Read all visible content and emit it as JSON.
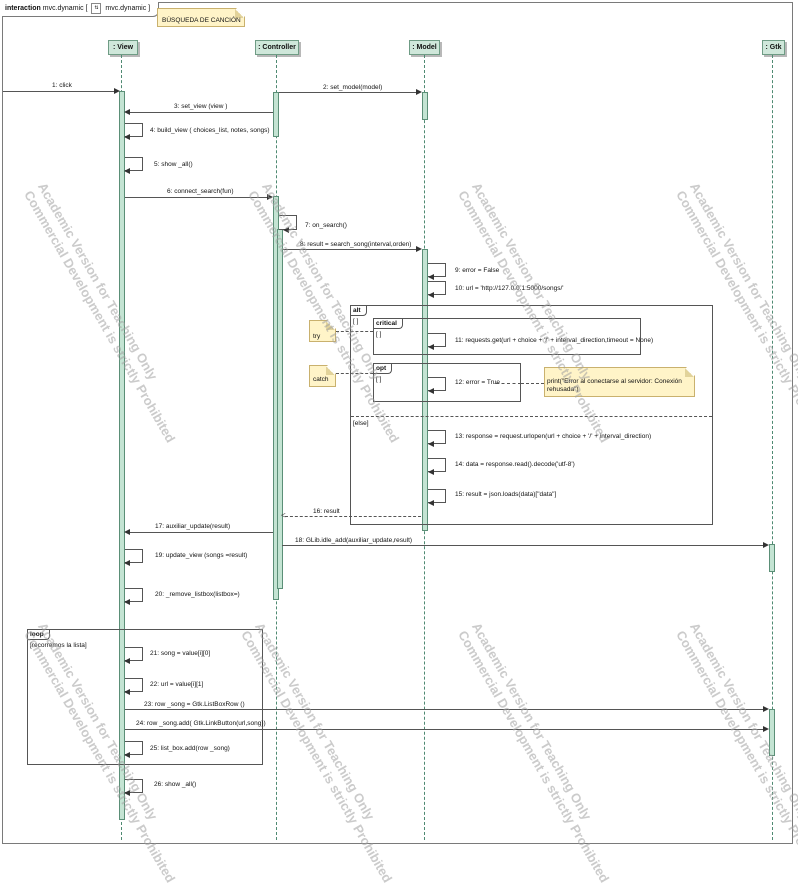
{
  "frame": {
    "kind": "interaction",
    "name": "mvc.dynamic",
    "icon": "sequence-diagram-icon",
    "diagram_name": "mvc.dynamic"
  },
  "title_note": "BÚSQUEDA DE CANCIÓN",
  "lifelines": [
    {
      "name": ": View"
    },
    {
      "name": ": Controller"
    },
    {
      "name": ": Model"
    },
    {
      "name": ": Gtk"
    }
  ],
  "messages": [
    {
      "label": "1: click"
    },
    {
      "label": "2: set_model(model)"
    },
    {
      "label": "3: set_view (view )"
    },
    {
      "label": "4: build_view ( choices_list, notes, songs)"
    },
    {
      "label": "5: show _all()"
    },
    {
      "label": "6: connect_search(fun)"
    },
    {
      "label": "7: on_search()"
    },
    {
      "label": "8: result = search_song(interval,orden)"
    },
    {
      "label": "9: error = False"
    },
    {
      "label": "10: url = 'http://127.0.0.1:5000/songs/'"
    },
    {
      "label": "11: requests.get(url + choice + '/' + interval_direction,timeout = None)"
    },
    {
      "label": "12: error = True"
    },
    {
      "label": "13: response = request.urlopen(url + choice + '/' + interval_direction)"
    },
    {
      "label": "14: data = response.read().decode('utf-8')"
    },
    {
      "label": "15: result = json.loads(data)[\"data\"]"
    },
    {
      "label": "16: result"
    },
    {
      "label": "17: auxiliar_update(result)"
    },
    {
      "label": "18: GLib.idle_add(auxiliar_update,result)"
    },
    {
      "label": "19: update_view (songs =result)"
    },
    {
      "label": "20: _remove_listbox(listbox=)"
    },
    {
      "label": "21: song = value[i][0]"
    },
    {
      "label": "22: url = value[i][1]"
    },
    {
      "label": "23: row _song = Gtk.ListBoxRow ()"
    },
    {
      "label": "24: row _song.add( Gtk.LinkButton(url,song))"
    },
    {
      "label": "25: list_box.add(row _song)"
    },
    {
      "label": "26: show _all()"
    }
  ],
  "fragments": {
    "alt": {
      "tag": "alt",
      "guard": "[ ]",
      "else_guard": "[else]"
    },
    "critical": {
      "tag": "critical",
      "guard": "[ ]"
    },
    "opt": {
      "tag": "opt",
      "guard": "[ ]"
    },
    "loop": {
      "tag": "loop",
      "guard": "[recorremos la lista]"
    }
  },
  "notes": {
    "try": "try",
    "catch": "catch",
    "error_print": "print(\"Error al conectarse al servidor: Conexión rehusada\")"
  },
  "watermark": {
    "line1": "Academic Version for Teaching Only",
    "line2": "Commercial Development is strictly Prohibited"
  },
  "colors": {
    "lifeline_fill": "#cfe7da",
    "lifeline_border": "#6f9c85",
    "note_fill": "#fff4c8"
  }
}
